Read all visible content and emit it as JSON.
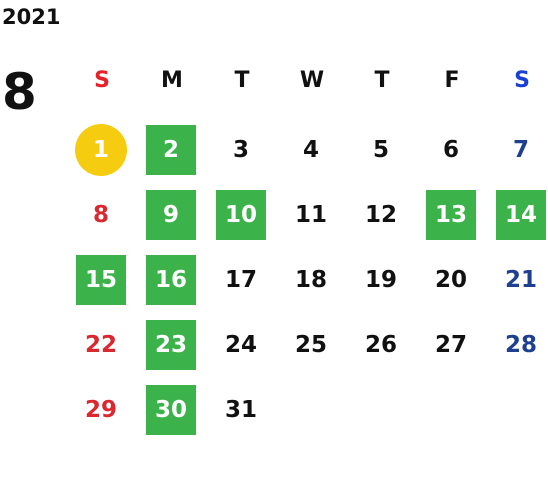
{
  "calendar": {
    "year": "2021",
    "month": "8",
    "weekdays": [
      "S",
      "M",
      "T",
      "W",
      "T",
      "F",
      "S"
    ],
    "first_weekday_index": 0,
    "days": [
      {
        "n": "1",
        "mark": "today"
      },
      {
        "n": "2",
        "mark": "green"
      },
      {
        "n": "3"
      },
      {
        "n": "4"
      },
      {
        "n": "5"
      },
      {
        "n": "6"
      },
      {
        "n": "7"
      },
      {
        "n": "8"
      },
      {
        "n": "9",
        "mark": "green"
      },
      {
        "n": "10",
        "mark": "green"
      },
      {
        "n": "11"
      },
      {
        "n": "12"
      },
      {
        "n": "13",
        "mark": "green"
      },
      {
        "n": "14",
        "mark": "green"
      },
      {
        "n": "15",
        "mark": "green"
      },
      {
        "n": "16",
        "mark": "green"
      },
      {
        "n": "17"
      },
      {
        "n": "18"
      },
      {
        "n": "19"
      },
      {
        "n": "20"
      },
      {
        "n": "21"
      },
      {
        "n": "22"
      },
      {
        "n": "23",
        "mark": "green"
      },
      {
        "n": "24"
      },
      {
        "n": "25"
      },
      {
        "n": "26"
      },
      {
        "n": "27"
      },
      {
        "n": "28"
      },
      {
        "n": "29"
      },
      {
        "n": "30",
        "mark": "green"
      },
      {
        "n": "31"
      }
    ]
  },
  "colors": {
    "sunday_header": "#e8202a",
    "saturday_header": "#1a3fd6",
    "sunday_day": "#d9282f",
    "saturday_day": "#1f3f8f",
    "green_highlight": "#3cb34a",
    "today_highlight": "#f5cc10"
  }
}
